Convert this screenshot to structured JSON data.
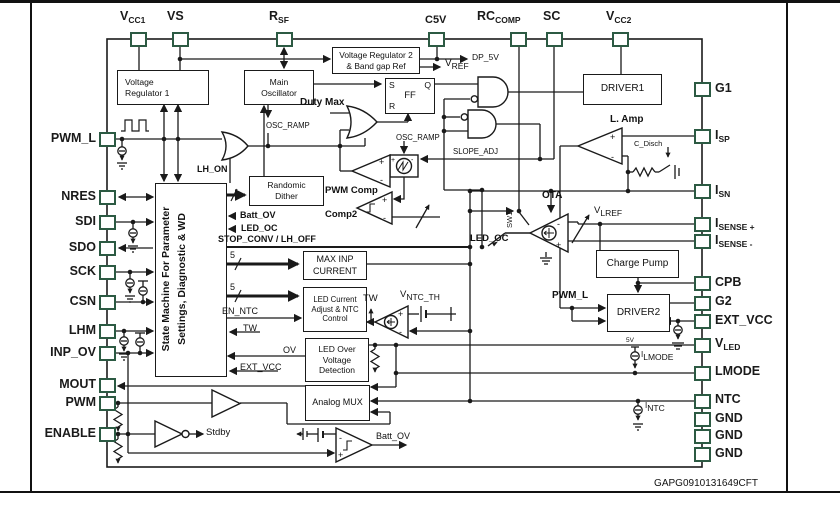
{
  "figure": {
    "code": "GAPG0910131649CFT"
  },
  "colors": {
    "pin_border": "#2c5a43",
    "line": "#1a1a1a",
    "background": "#ffffff"
  },
  "pins": {
    "top": [
      {
        "b": "V",
        "s": "CC1"
      },
      {
        "b": "VS",
        "s": ""
      },
      {
        "b": "R",
        "s": "SF"
      },
      {
        "b": "C5V",
        "s": ""
      },
      {
        "b": "RC",
        "s": "COMP"
      },
      {
        "b": "SC",
        "s": ""
      },
      {
        "b": "V",
        "s": "CC2"
      }
    ],
    "left": [
      "PWM_L",
      "NRES",
      "SDI",
      "SDO",
      "SCK",
      "CSN",
      "LHM",
      "INP_OV",
      "MOUT",
      "PWM",
      "ENABLE"
    ],
    "right": [
      {
        "b": "G1",
        "s": ""
      },
      {
        "b": "I",
        "s": "SP"
      },
      {
        "b": "I",
        "s": "SN"
      },
      {
        "b": "I",
        "s": "SENSE +"
      },
      {
        "b": "I",
        "s": "SENSE -"
      },
      {
        "b": "CPB",
        "s": ""
      },
      {
        "b": "G2",
        "s": ""
      },
      {
        "b": "EXT_VCC",
        "s": ""
      },
      {
        "b": "V",
        "s": "LED"
      },
      {
        "b": "LMODE",
        "s": ""
      },
      {
        "b": "NTC",
        "s": ""
      },
      {
        "b": "GND",
        "s": ""
      },
      {
        "b": "GND",
        "s": ""
      },
      {
        "b": "GND",
        "s": ""
      }
    ]
  },
  "blocks": {
    "vreg1": "Voltage\nRegulator 1",
    "mainosc": "Main\nOscillator",
    "vreg2": "Voltage Regulator 2\n& Band gap Ref",
    "ff": "FF",
    "ff_s": "S",
    "ff_q": "Q",
    "ff_r": "R",
    "driver1": "DRIVER1",
    "dither": "Randomic\nDither",
    "sm": "State Machine For Parameter\nSettings, Diagnostic & WD",
    "maxinp": "MAX  INP\nCURRENT",
    "ledadj": "LED Current\nAdjust & NTC\nControl",
    "ledov": "LED Over\nVoltage\nDetection",
    "amux": "Analog MUX",
    "chargepump": "Charge Pump",
    "driver2": "DRIVER2"
  },
  "signals": {
    "dp5v": "DP_5V",
    "vref_b": "V",
    "vref_s": "REF",
    "osc_ramp1": "OSC_RAMP",
    "osc_ramp2": "OSC_RAMP",
    "slope_adj": "SLOPE_ADJ",
    "duty_max": "Duty Max",
    "lh_on": "LH_ON",
    "pwm_comp": "PWM Comp",
    "comp2": "Comp2",
    "batt_ov_sm": "Batt_OV",
    "led_oc_sm": "LED_OC",
    "stop_conv": "STOP_CONV / LH_OFF",
    "bus5a": "5",
    "bus5b": "5",
    "en_ntc": "EN_NTC",
    "tw_sm": "TW",
    "ov": "OV",
    "ext_vcc_sm": "EXT_VCC",
    "tw_ntc": "TW",
    "vntc_b": "V",
    "vntc_s": "NTC_TH",
    "ota": "OTA",
    "sw1": "SW1",
    "led_oc_ota": "LED_OC",
    "vlref_b": "V",
    "vlref_s": "LREF",
    "l_amp": "L. Amp",
    "c_disch": "C_Disch",
    "pwm_l_drv": "PWM_L",
    "stdby": "Stdby",
    "batt_ov_out": "Batt_OV",
    "v5": "5V",
    "ilmode_b": "I",
    "ilmode_s": "LMODE",
    "intc_b": "I",
    "intc_s": "NTC"
  }
}
